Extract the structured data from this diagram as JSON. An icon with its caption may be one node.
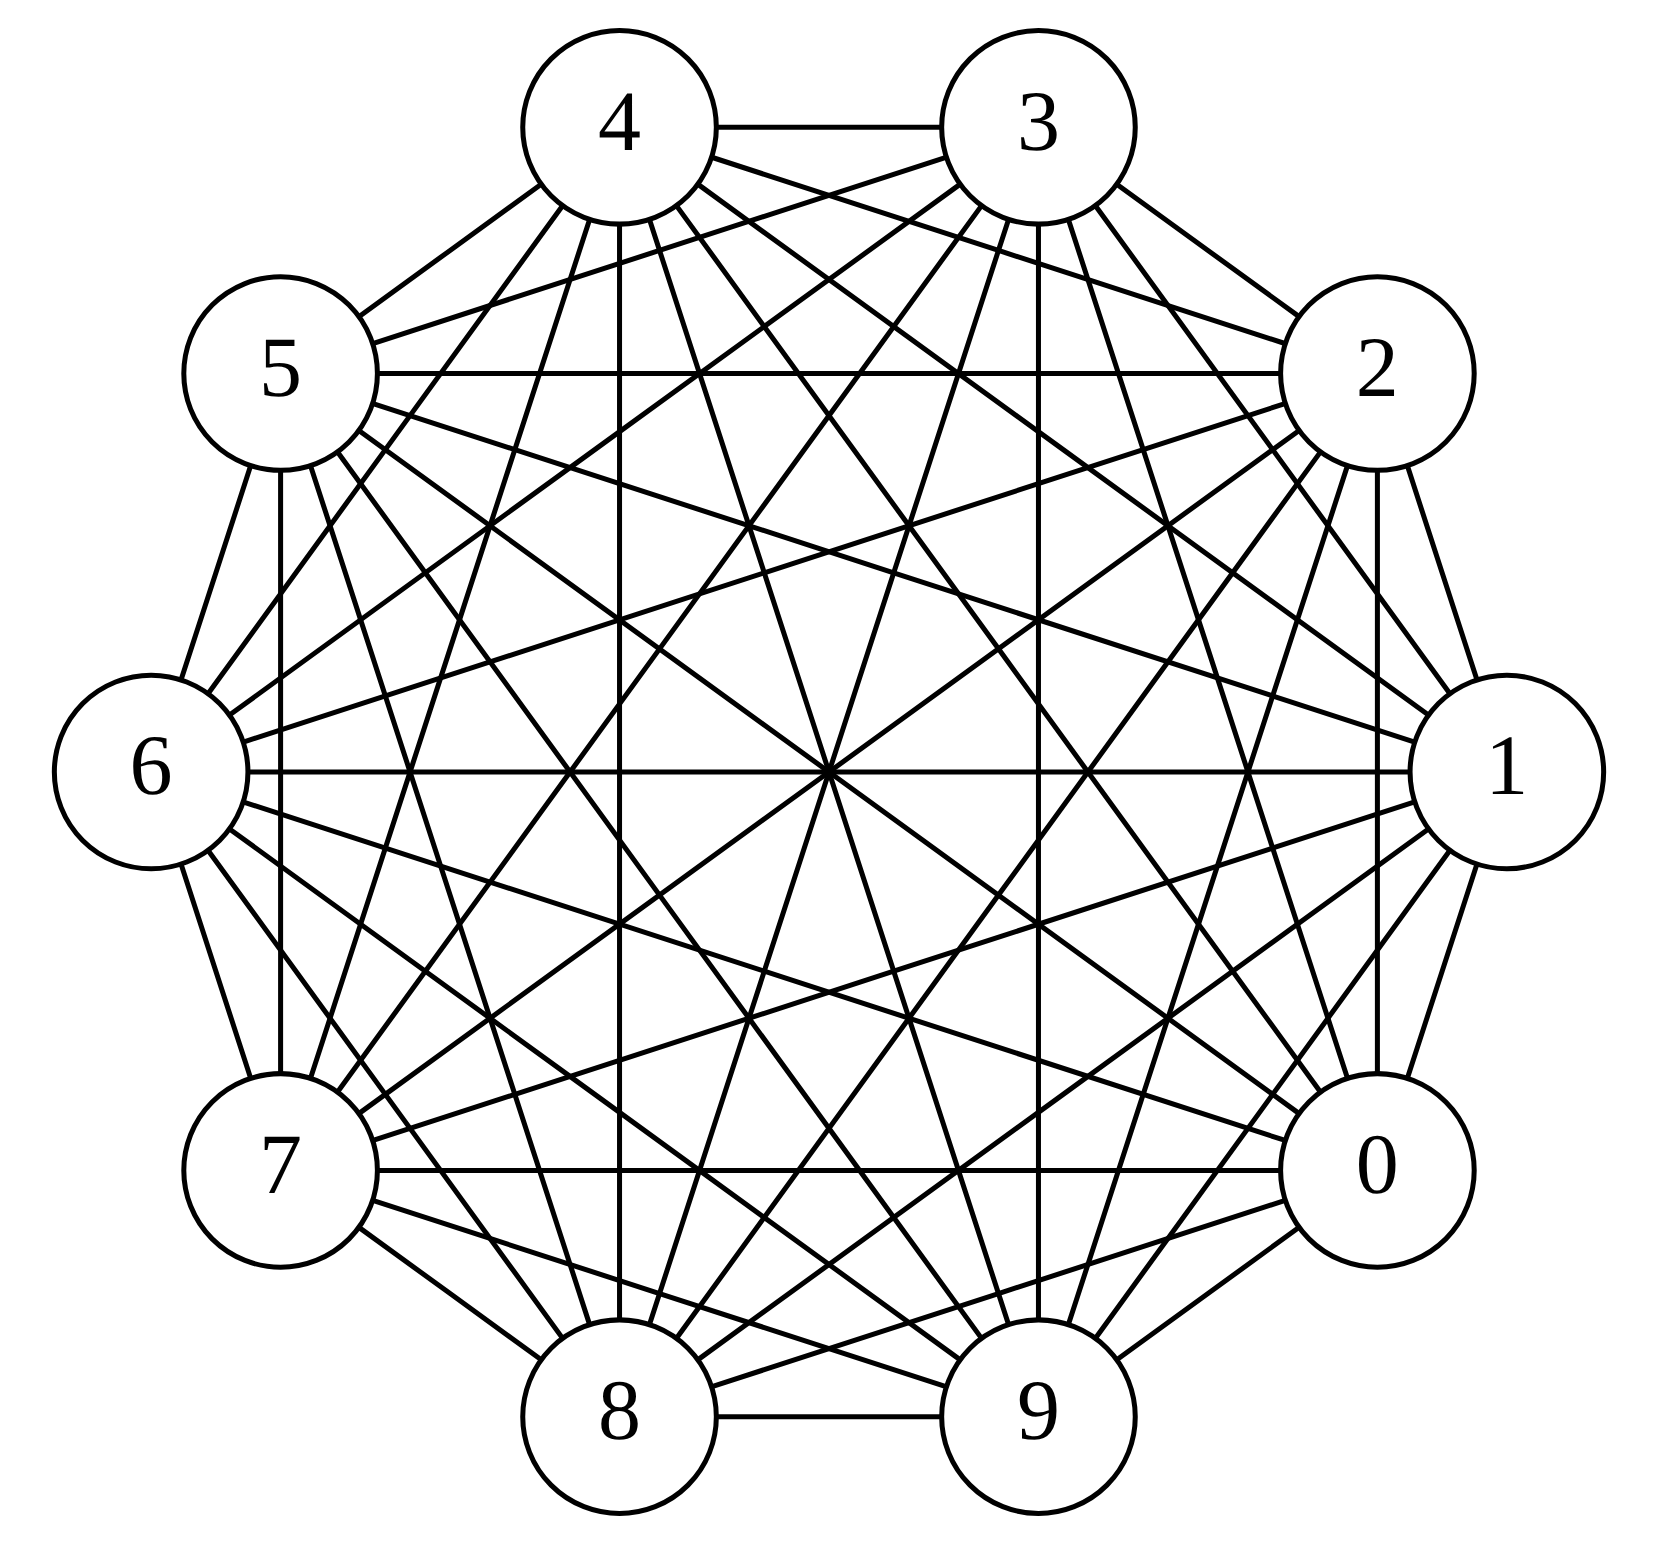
{
  "diagram": {
    "nodes": [
      {
        "text": [
          "4"
        ]
      },
      {
        "text": [
          "3"
        ]
      },
      {
        "text": [
          "5"
        ]
      },
      {
        "text": [
          "2"
        ]
      },
      {
        "text": [
          "6"
        ]
      },
      {
        "text": [
          "1"
        ]
      },
      {
        "text": [
          "7"
        ]
      },
      {
        "text": [
          "0"
        ]
      },
      {
        "text": [
          "8"
        ]
      },
      {
        "text": [
          "9"
        ]
      }
    ],
    "edges": [
      {
        "from": 7,
        "to": 5,
        "arrow": "none"
      },
      {
        "from": 7,
        "to": 8,
        "arrow": "none"
      },
      {
        "from": 7,
        "to": 6,
        "arrow": "none"
      },
      {
        "from": 7,
        "to": 4,
        "arrow": "none"
      },
      {
        "from": 7,
        "to": 2,
        "arrow": "none"
      },
      {
        "from": 7,
        "to": 0,
        "arrow": "none"
      },
      {
        "from": 7,
        "to": 1,
        "arrow": "none"
      },
      {
        "from": 7,
        "to": 3,
        "arrow": "none"
      },
      {
        "from": 7,
        "to": 9,
        "arrow": "none"
      },
      {
        "from": 5,
        "to": 8,
        "arrow": "none"
      },
      {
        "from": 5,
        "to": 6,
        "arrow": "none"
      },
      {
        "from": 5,
        "to": 4,
        "arrow": "none"
      },
      {
        "from": 5,
        "to": 2,
        "arrow": "none"
      },
      {
        "from": 5,
        "to": 0,
        "arrow": "none"
      },
      {
        "from": 5,
        "to": 1,
        "arrow": "none"
      },
      {
        "from": 5,
        "to": 3,
        "arrow": "none"
      },
      {
        "from": 5,
        "to": 9,
        "arrow": "none"
      },
      {
        "from": 8,
        "to": 6,
        "arrow": "none"
      },
      {
        "from": 8,
        "to": 4,
        "arrow": "none"
      },
      {
        "from": 8,
        "to": 2,
        "arrow": "none"
      },
      {
        "from": 8,
        "to": 0,
        "arrow": "none"
      },
      {
        "from": 8,
        "to": 1,
        "arrow": "none"
      },
      {
        "from": 8,
        "to": 3,
        "arrow": "none"
      },
      {
        "from": 8,
        "to": 9,
        "arrow": "none"
      },
      {
        "from": 6,
        "to": 4,
        "arrow": "none"
      },
      {
        "from": 6,
        "to": 2,
        "arrow": "none"
      },
      {
        "from": 6,
        "to": 0,
        "arrow": "none"
      },
      {
        "from": 6,
        "to": 1,
        "arrow": "none"
      },
      {
        "from": 6,
        "to": 3,
        "arrow": "none"
      },
      {
        "from": 6,
        "to": 9,
        "arrow": "none"
      },
      {
        "from": 4,
        "to": 2,
        "arrow": "none"
      },
      {
        "from": 4,
        "to": 0,
        "arrow": "none"
      },
      {
        "from": 4,
        "to": 1,
        "arrow": "none"
      },
      {
        "from": 4,
        "to": 3,
        "arrow": "none"
      },
      {
        "from": 4,
        "to": 9,
        "arrow": "none"
      },
      {
        "from": 2,
        "to": 0,
        "arrow": "none"
      },
      {
        "from": 2,
        "to": 1,
        "arrow": "none"
      },
      {
        "from": 2,
        "to": 3,
        "arrow": "none"
      },
      {
        "from": 2,
        "to": 9,
        "arrow": "none"
      },
      {
        "from": 0,
        "to": 1,
        "arrow": "none"
      },
      {
        "from": 0,
        "to": 3,
        "arrow": "none"
      },
      {
        "from": 0,
        "to": 9,
        "arrow": "none"
      },
      {
        "from": 1,
        "to": 3,
        "arrow": "none"
      },
      {
        "from": 1,
        "to": 9,
        "arrow": "none"
      },
      {
        "from": 3,
        "to": 9,
        "arrow": "none"
      }
    ]
  }
}
